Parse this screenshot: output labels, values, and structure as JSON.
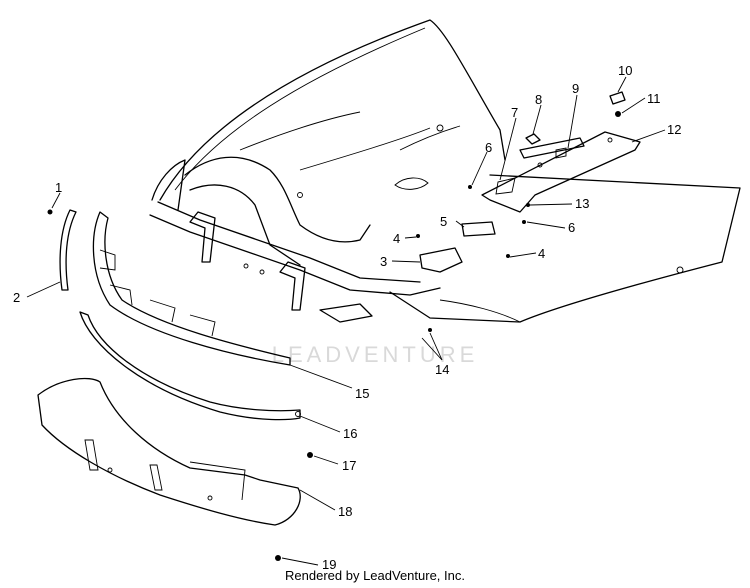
{
  "diagram": {
    "callouts": [
      "1",
      "2",
      "3",
      "4",
      "4",
      "5",
      "6",
      "6",
      "7",
      "8",
      "9",
      "10",
      "11",
      "12",
      "13",
      "14",
      "15",
      "16",
      "17",
      "18",
      "19"
    ]
  },
  "watermark": "LEADVENTURE",
  "footer": "Rendered by LeadVenture, Inc.",
  "colors": {
    "line": "#000000",
    "background": "#ffffff",
    "watermark": "#d9d9d9"
  }
}
